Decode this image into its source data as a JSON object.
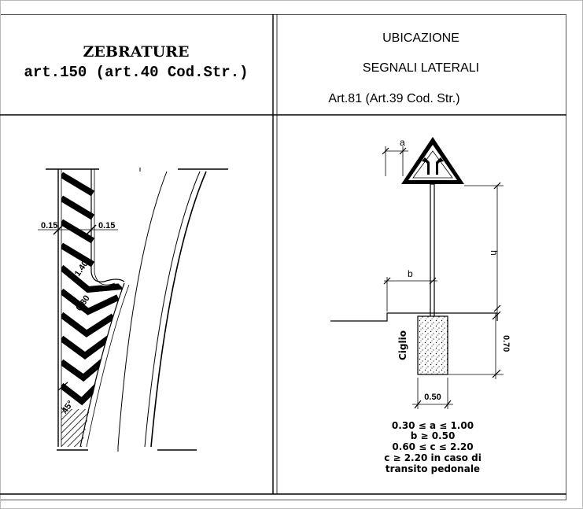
{
  "left_panel": {
    "title_line1": "ZEBRATURE",
    "title_line2": "art.150  (art.40  Cod.Str.)",
    "dims": {
      "left_width": "0.15",
      "right_width": "0.15",
      "inner_a": "1.40",
      "inner_b": "0.80",
      "bottom": "45°"
    }
  },
  "right_panel": {
    "head_line1": "UBICAZIONE",
    "head_line2": "SEGNALI LATERALI",
    "head_line3": "Art.81 (Art.39 Cod. Str.)",
    "dims": {
      "a": "a",
      "b": "b",
      "h": "h",
      "depth": "0.70",
      "foundation_width": "0.50",
      "curb": "Ciglio"
    },
    "notes": [
      "0.30  ≤  a  ≤ 1.00",
      "b  ≥  0.50",
      "0.60  ≤  c  ≤ 2.20",
      "c  ≥  2.20  in  caso  di",
      "transito  pedonale"
    ]
  }
}
